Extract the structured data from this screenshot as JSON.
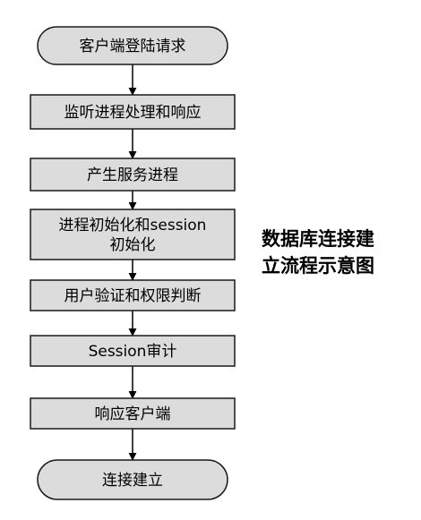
{
  "diagram": {
    "title_lines": [
      "数据库连接建",
      "立流程示意图"
    ],
    "steps": [
      {
        "shape": "terminal",
        "lines": [
          "客户端登陆请求"
        ]
      },
      {
        "shape": "process",
        "lines": [
          "监听进程处理和响应"
        ]
      },
      {
        "shape": "process",
        "lines": [
          "产生服务进程"
        ]
      },
      {
        "shape": "process",
        "lines": [
          "进程初始化和session",
          "初始化"
        ]
      },
      {
        "shape": "process",
        "lines": [
          "用户验证和权限判断"
        ]
      },
      {
        "shape": "process",
        "lines": [
          "Session审计"
        ]
      },
      {
        "shape": "process",
        "lines": [
          "响应客户端"
        ]
      },
      {
        "shape": "terminal",
        "lines": [
          "连接建立"
        ]
      }
    ],
    "colors": {
      "fill": "#dcdcdc",
      "stroke": "#1a1a1a",
      "arrow": "#000000"
    }
  }
}
